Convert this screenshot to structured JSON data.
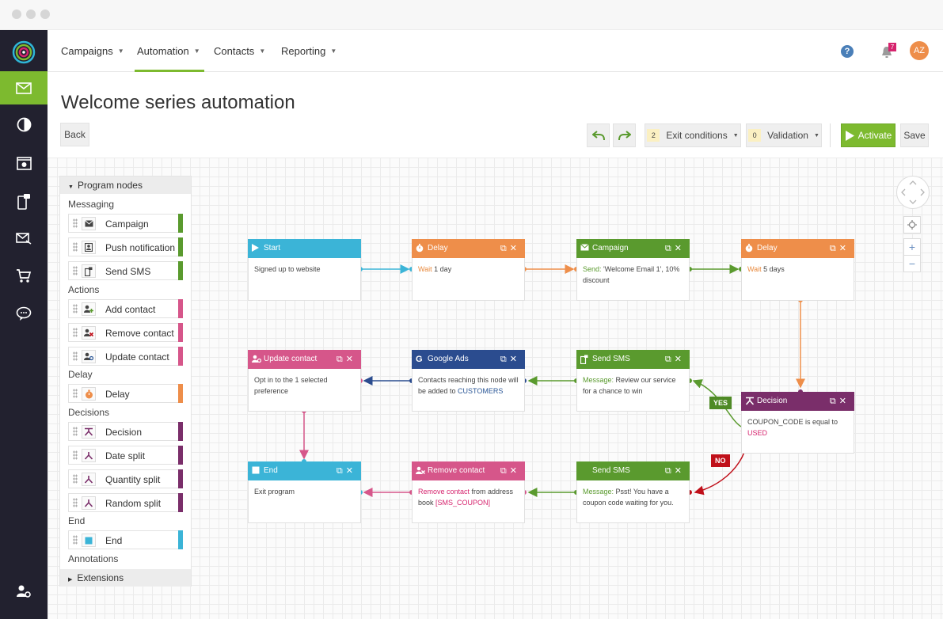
{
  "window": {
    "title": "Welcome series automation"
  },
  "colors": {
    "accent": "#7dba2f",
    "start": "#3bb4d7",
    "delay": "#ee8e4a",
    "message": "#5a9a2e",
    "action": "#d6568a",
    "google": "#2b4c8f",
    "decision": "#7a2e6a",
    "end": "#3bb4d7",
    "no": "#c0101a"
  },
  "topnav": {
    "menus": [
      "Campaigns",
      "Automation",
      "Contacts",
      "Reporting"
    ],
    "help_label": "?",
    "notifications_count": "7",
    "avatar_initials": "AZ"
  },
  "header": {
    "title": "Welcome series automation",
    "back_label": "Back",
    "exit_conditions_count": "2",
    "exit_conditions_label": "Exit conditions",
    "validation_count": "0",
    "validation_label": "Validation",
    "activate_label": "Activate",
    "save_label": "Save"
  },
  "palette": {
    "title": "Program nodes",
    "footer": "Extensions",
    "sections": {
      "messaging": "Messaging",
      "actions": "Actions",
      "delay": "Delay",
      "decisions": "Decisions",
      "end": "End",
      "annotations": "Annotations"
    },
    "items": {
      "campaign": "Campaign",
      "push": "Push notification",
      "sms": "Send SMS",
      "add_contact": "Add contact",
      "remove_contact": "Remove contact",
      "update_contact": "Update contact",
      "delay": "Delay",
      "decision": "Decision",
      "date_split": "Date split",
      "quantity_split": "Quantity split",
      "random_split": "Random split",
      "end": "End"
    }
  },
  "zoom": {
    "plus": "+",
    "minus": "−"
  },
  "nodes": {
    "start": {
      "title": "Start",
      "body": "Signed up to website"
    },
    "delay1": {
      "title": "Delay",
      "label": "Wait",
      "value": " 1 day"
    },
    "campaign": {
      "title": "Campaign",
      "label": "Send:",
      "value": " 'Welcome Email 1', 10% discount"
    },
    "delay2": {
      "title": "Delay",
      "label": "Wait",
      "value": " 5 days"
    },
    "update": {
      "title": "Update contact",
      "body": "Opt in to the 1 selected preference"
    },
    "google": {
      "title": "Google Ads",
      "body": "Contacts reaching this node will be added to ",
      "highlight": "CUSTOMERS"
    },
    "sms1": {
      "title": "Send SMS",
      "label": "Message:",
      "value": " Review our service for a chance to win"
    },
    "decision": {
      "title": "Decision",
      "body": "COUPON_CODE is equal to ",
      "highlight": "USED"
    },
    "end": {
      "title": "End",
      "body": "Exit program"
    },
    "remove": {
      "title": "Remove contact",
      "label": "Remove contact",
      "value": " from address book ",
      "highlight": "[SMS_COUPON]"
    },
    "sms2": {
      "title": "Send SMS",
      "label": "Message:",
      "value": " Psst! You have a coupon code waiting for you."
    }
  },
  "branches": {
    "yes": "YES",
    "no": "NO"
  }
}
